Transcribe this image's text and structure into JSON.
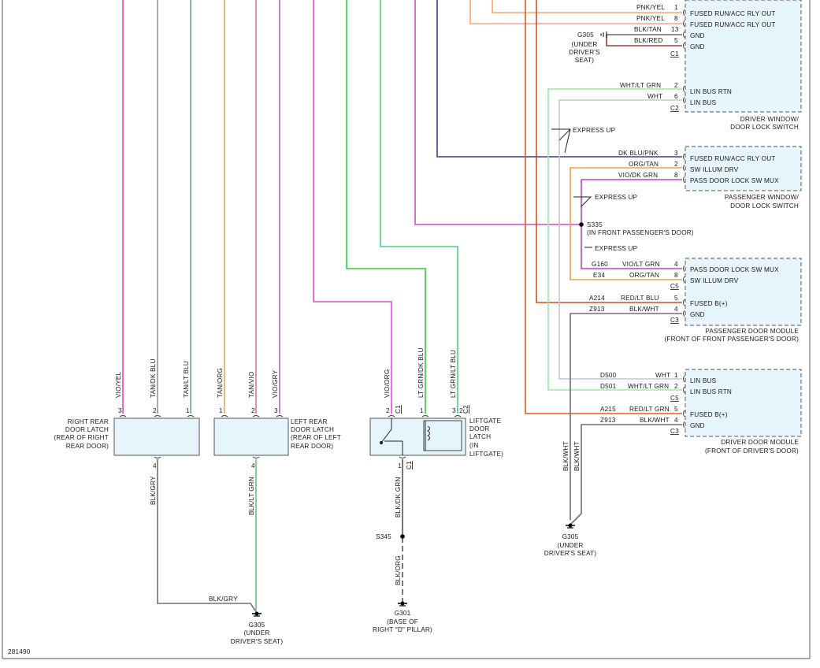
{
  "diagram_id": "281490",
  "colors": {
    "VIO/YEL": "#e8489e",
    "TAN/DK BLU": "#9c9185",
    "TAN/LT BLU": "#5faf88",
    "TAN/ORG": "#e0a868",
    "TAN/VIO": "#d96fb0",
    "VIO/GRY": "#c75cc8",
    "VIO/ORG": "#e14ad6",
    "LT GRN/DK BLU": "#3fbf55",
    "LT GRN/LT BLU": "#4cd07a",
    "PNK/YEL": "#f5a57a",
    "BLK/TAN": "#6b6b6b",
    "BLK/RED": "#a33a3a",
    "WHT/LT GRN": "#9ee8a8",
    "WHT": "#c8c8c8",
    "DK BLU/PNK": "#3b3a8a",
    "ORG/TAN": "#f0a040",
    "VIO/DK GRN": "#c040c8",
    "RED/LT BLU": "#d64a2a",
    "RED/LT GRN": "#e05a2a",
    "BLK/WHT": "#707070",
    "BLK/GRY": "#707070",
    "BLK/LT GRN": "#6ec07a",
    "BLK/DK GRN": "#666666",
    "BLK/ORG": "#777777",
    "LIME": "#2ecc3a",
    "MAGENTA": "#d946c8"
  },
  "driver_switch": {
    "title1": "DRIVER WINDOW/",
    "title2": "DOOR LOCK SWITCH",
    "pins": [
      {
        "wire": "PNK/YEL",
        "pin": "1",
        "func": "FUSED RUN/ACC RLY OUT"
      },
      {
        "wire": "PNK/YEL",
        "pin": "8",
        "func": "FUSED RUN/ACC RLY OUT"
      },
      {
        "wire": "BLK/TAN",
        "pin": "13",
        "func": "GND"
      },
      {
        "wire": "BLK/RED",
        "pin": "5",
        "func": "GND"
      },
      {
        "wire": "WHT/LT GRN",
        "pin": "2",
        "func": "LIN BUS RTN"
      },
      {
        "wire": "WHT",
        "pin": "6",
        "func": "LIN BUS"
      }
    ],
    "conn1": "C1",
    "conn2": "C2"
  },
  "ground_top": {
    "id": "G305",
    "l1": "(UNDER",
    "l2": "DRIVER'S",
    "l3": "SEAT)"
  },
  "express_up": "EXPRESS UP",
  "pass_switch": {
    "title1": "PASSENGER WINDOW/",
    "title2": "DOOR LOCK SWITCH",
    "pins": [
      {
        "wire": "DK BLU/PNK",
        "pin": "3",
        "func": "FUSED RUN/ACC RLY OUT"
      },
      {
        "wire": "ORG/TAN",
        "pin": "2",
        "func": "SW ILLUM DRV"
      },
      {
        "wire": "VIO/DK GRN",
        "pin": "8",
        "func": "PASS DOOR LOCK SW MUX"
      }
    ]
  },
  "splice_s335": {
    "id": "S335",
    "loc": "(IN FRONT PASSENGER'S DOOR)"
  },
  "pass_module": {
    "title1": "PASSENGER DOOR MODULE",
    "title2": "(FRONT OF FRONT PASSENGER'S DOOR)",
    "pins": [
      {
        "circuit": "G160",
        "wire": "VIO/LT GRN",
        "pin": "4",
        "func": "PASS DOOR LOCK SW MUX"
      },
      {
        "circuit": "E34",
        "wire": "ORG/TAN",
        "pin": "8",
        "func": "SW ILLUM DRV"
      },
      {
        "circuit": "A214",
        "wire": "RED/LT BLU",
        "pin": "5",
        "func": "FUSED B(+)"
      },
      {
        "circuit": "Z913",
        "wire": "BLK/WHT",
        "pin": "4",
        "func": "GND"
      }
    ],
    "conn5": "C5",
    "conn3": "C3"
  },
  "driver_module": {
    "title1": "DRIVER DOOR MODULE",
    "title2": "(FRONT OF DRIVER'S DOOR)",
    "pins": [
      {
        "circuit": "D500",
        "wire": "WHT",
        "pin": "1",
        "func": "LIN BUS"
      },
      {
        "circuit": "D501",
        "wire": "WHT/LT GRN",
        "pin": "2",
        "func": "LIN BUS RTN"
      },
      {
        "circuit": "A215",
        "wire": "RED/LT GRN",
        "pin": "5",
        "func": "FUSED B(+)"
      },
      {
        "circuit": "Z913",
        "wire": "BLK/WHT",
        "pin": "4",
        "func": "GND"
      }
    ],
    "conn5": "C5",
    "conn3": "C3"
  },
  "right_latch": {
    "l1": "RIGHT REAR",
    "l2": "DOOR LATCH",
    "l3": "(REAR OF RIGHT",
    "l4": "REAR DOOR)",
    "wires": [
      {
        "label": "VIO/YEL",
        "pin": "3"
      },
      {
        "label": "TAN/DK BLU",
        "pin": "2"
      },
      {
        "label": "TAN/LT BLU",
        "pin": "1"
      }
    ],
    "gnd_wire": "BLK/GRY",
    "gnd_pin": "4"
  },
  "left_latch": {
    "l1": "LEFT REAR",
    "l2": "DOOR LATCH",
    "l3": "(REAR OF LEFT",
    "l4": "REAR DOOR)",
    "wires": [
      {
        "label": "TAN/ORG",
        "pin": "1"
      },
      {
        "label": "TAN/VIO",
        "pin": "2"
      },
      {
        "label": "VIO/GRY",
        "pin": "3"
      }
    ],
    "gnd_wire": "BLK/LT GRN",
    "gnd_pin": "4"
  },
  "liftgate": {
    "l1": "LIFTGATE",
    "l2": "DOOR",
    "l3": "LATCH",
    "l4": "(IN",
    "l5": "LIFTGATE)",
    "wires": [
      {
        "label": "VIO/ORG",
        "pin": "2"
      },
      {
        "label": "LT GRN/DK BLU",
        "pin": "1"
      },
      {
        "label": "LT GRN/LT BLU",
        "pin": "3"
      }
    ],
    "conn_c1": "C1",
    "conn_c2": "C2",
    "pin_c2_2": "2",
    "gnd_wire": "BLK/DK GRN",
    "gnd_pin": "1",
    "gnd_conn": "C1"
  },
  "splice_s345": {
    "id": "S345",
    "wire": "BLK/ORG"
  },
  "ground_g301": {
    "id": "G301",
    "l1": "(BASE OF",
    "l2": "RIGHT \"D\" PILLAR)"
  },
  "ground_bottom_left": {
    "id": "G305",
    "l1": "(UNDER",
    "l2": "DRIVER'S SEAT)",
    "wire": "BLK/GRY"
  },
  "ground_bottom_right": {
    "id": "G305",
    "l1": "(UNDER",
    "l2": "DRIVER'S SEAT)",
    "wire1": "BLK/WHT",
    "wire2": "BLK/WHT"
  }
}
